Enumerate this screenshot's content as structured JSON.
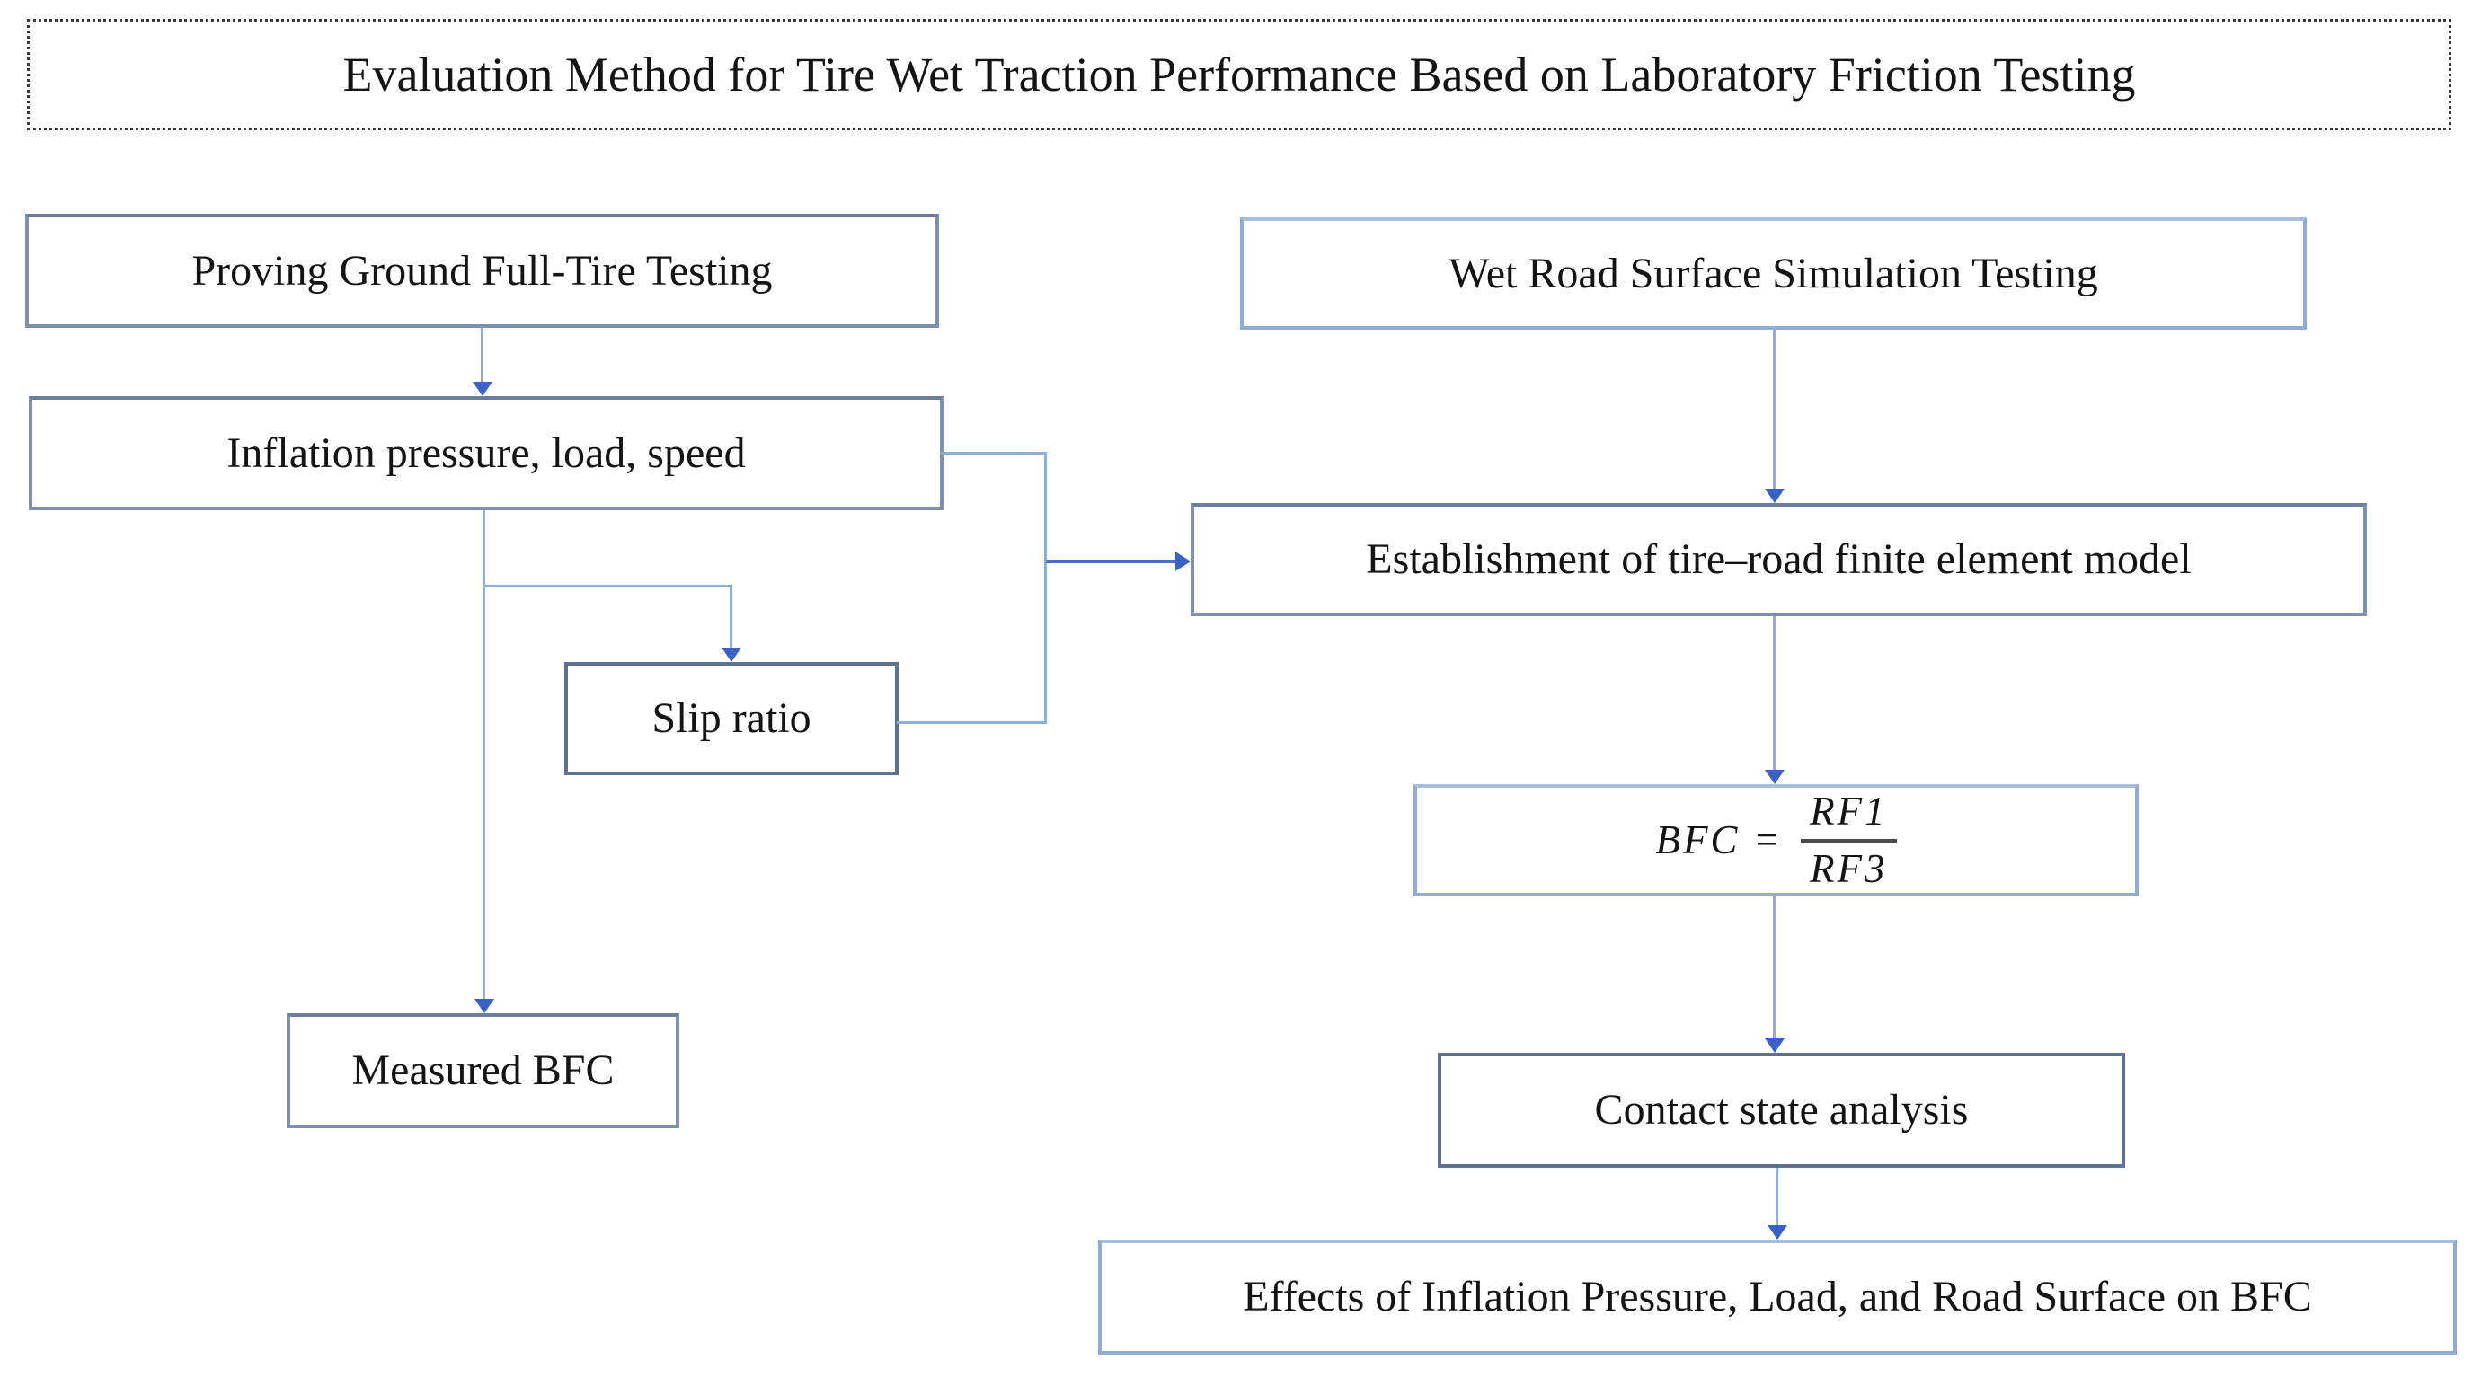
{
  "title": "Evaluation Method for Tire Wet Traction Performance Based on Laboratory Friction Testing",
  "boxes": {
    "proving_ground": "Proving Ground Full-Tire Testing",
    "inflation": "Inflation pressure, load, speed",
    "slip_ratio": "Slip ratio",
    "measured_bfc": "Measured BFC",
    "wet_road": "Wet Road Surface Simulation Testing",
    "establishment": "Establishment of tire–road finite element model",
    "contact": "Contact state analysis",
    "effects": "Effects of Inflation Pressure, Load, and Road Surface on BFC"
  },
  "formula": {
    "lhs": "BFC =",
    "numerator": "RF1",
    "denominator": "RF3"
  },
  "colors": {
    "connector_line_blue": "#8fadd9",
    "arrowhead_blue": "#3a62c4",
    "strong_arrow_blue": "#4472c4",
    "box_border_blue_gray": "#7d90ad",
    "box_border_light": "#92abd4",
    "box_border_dark": "#5e7191",
    "title_border": "#3a3a3a",
    "text": "#141414",
    "background": "#ffffff"
  }
}
